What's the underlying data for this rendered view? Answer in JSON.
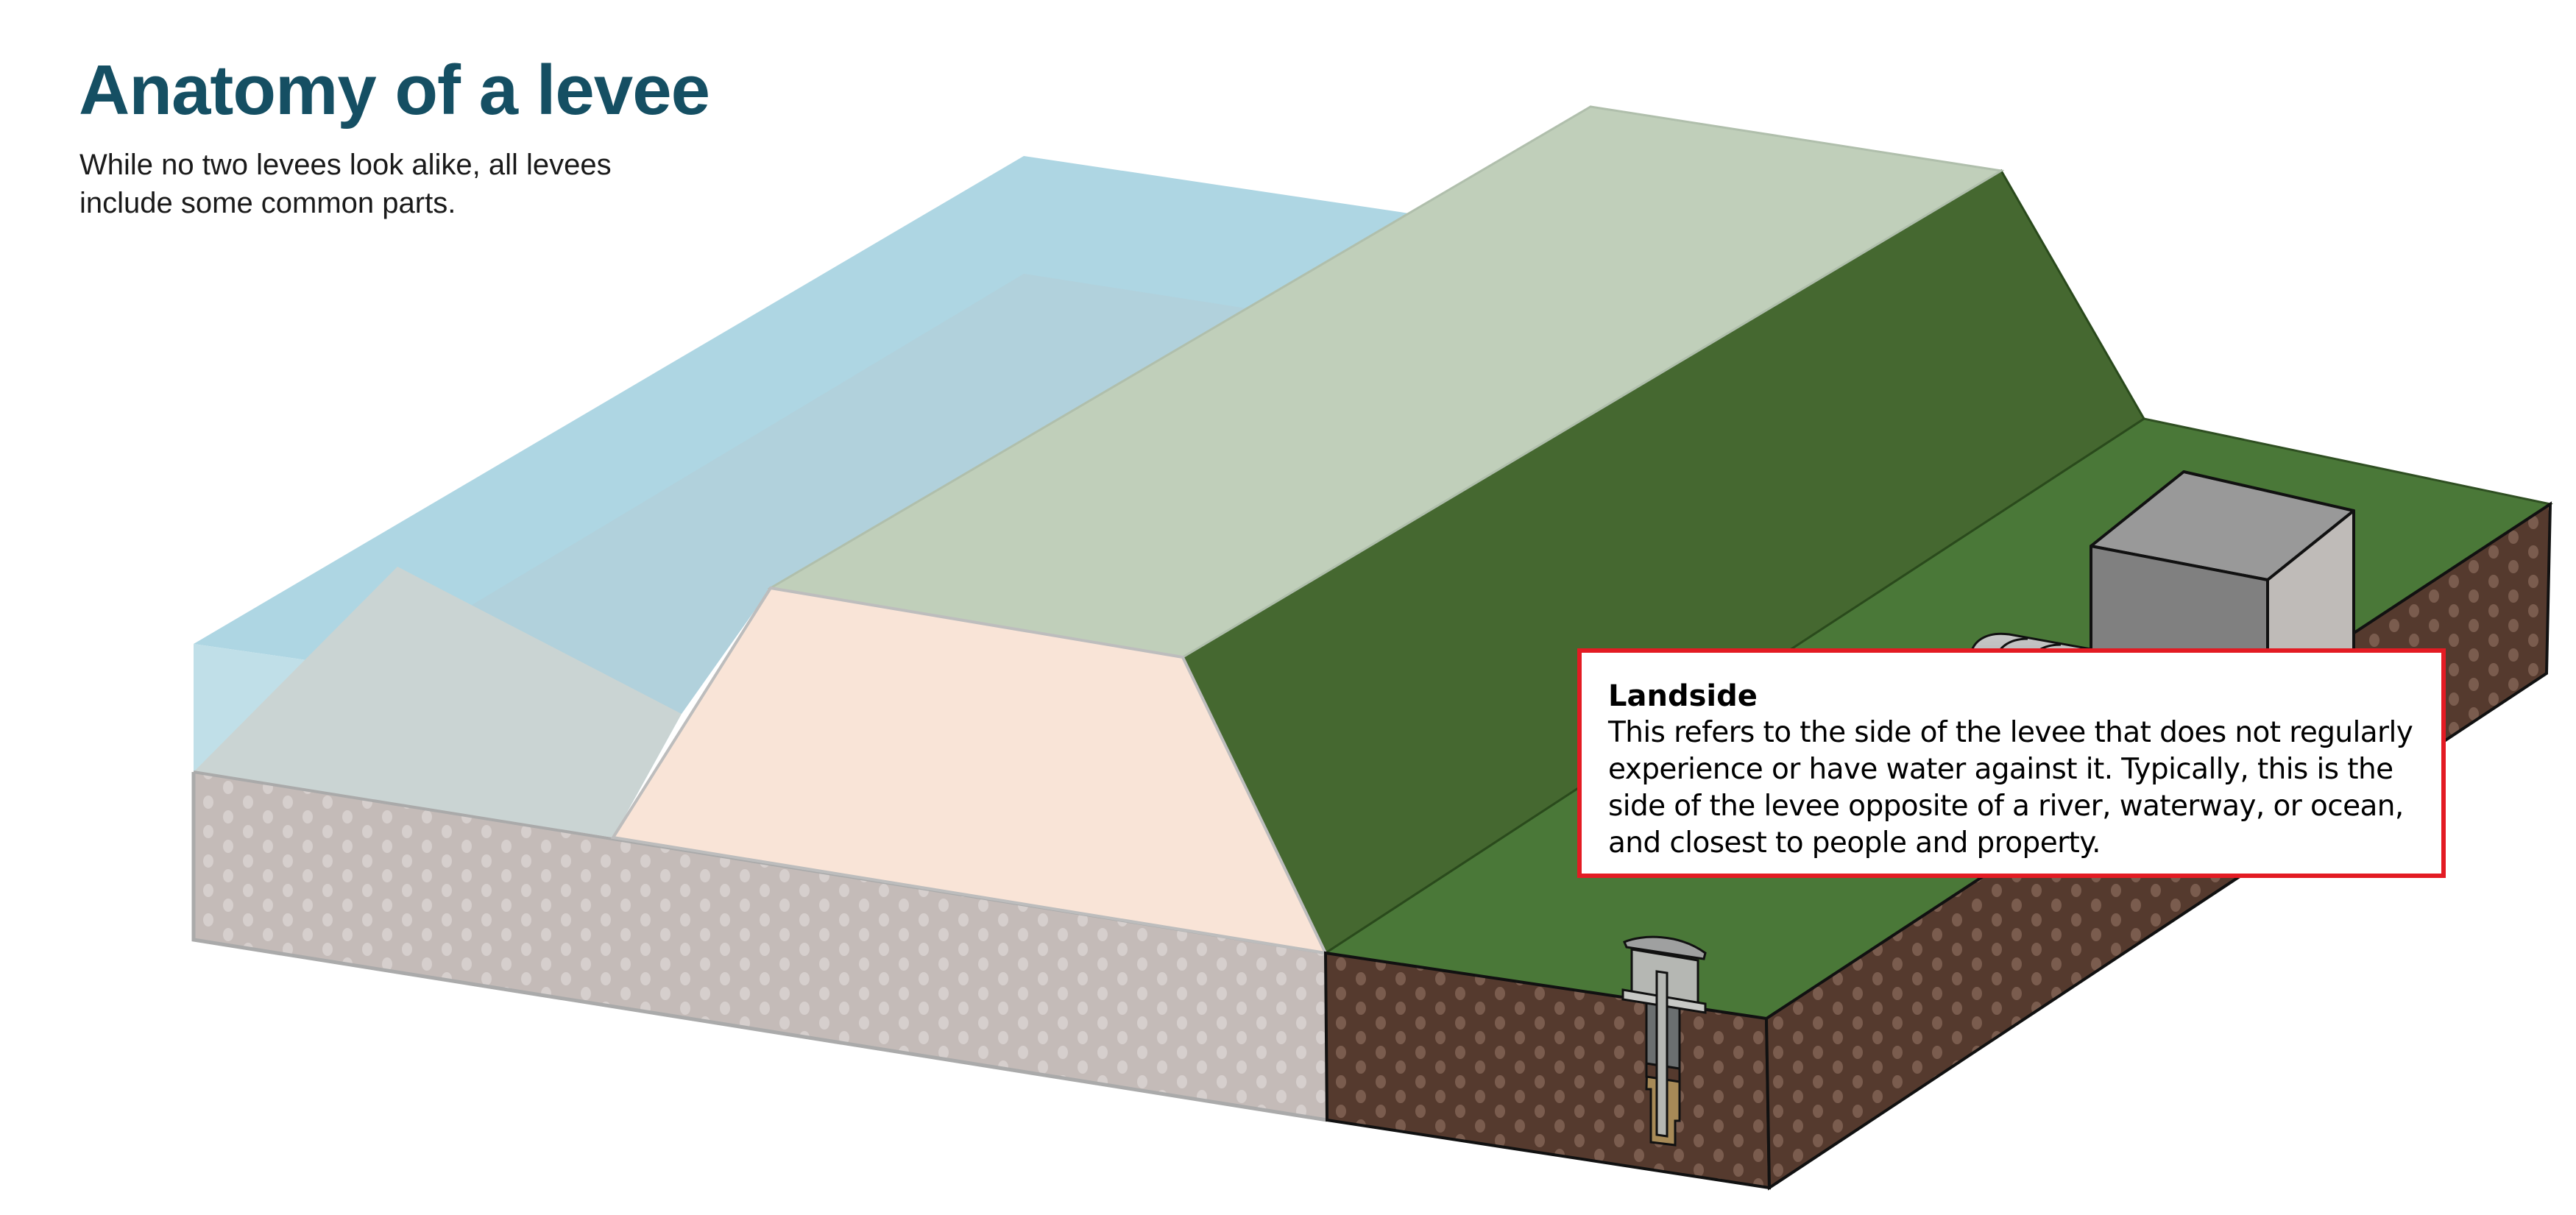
{
  "header": {
    "title": "Anatomy of a levee",
    "subtitle": "While no two levees look alike, all levees include some common parts."
  },
  "callout": {
    "title": "Landside",
    "body": "This refers to the side of the levee that does not regularly experience or have water against it. Typically, this is the side of the levee opposite of a river, waterway, or ocean, and closest to people and property.",
    "border_color": "#e31b23"
  },
  "diagram": {
    "parts": [
      "waterside water",
      "waterside ground",
      "levee crown",
      "levee embankment (cross-section)",
      "landside slope",
      "landside ground",
      "pump station",
      "culvert",
      "relief well"
    ],
    "colors": {
      "water": "#aed6e3",
      "water_front": "#c0dfe8",
      "waterside_ground": "#cad4d3",
      "soil_faded": "#c4bbb8",
      "crown": "#c0cfba",
      "embankment": "#f9e4d7",
      "landside_slope": "#456830",
      "landside_ground": "#4a7838",
      "soil": "#553a2e",
      "building_front": "#808080",
      "building_top": "#999999",
      "building_side": "#bfbbb8",
      "title": "#154f63"
    }
  }
}
